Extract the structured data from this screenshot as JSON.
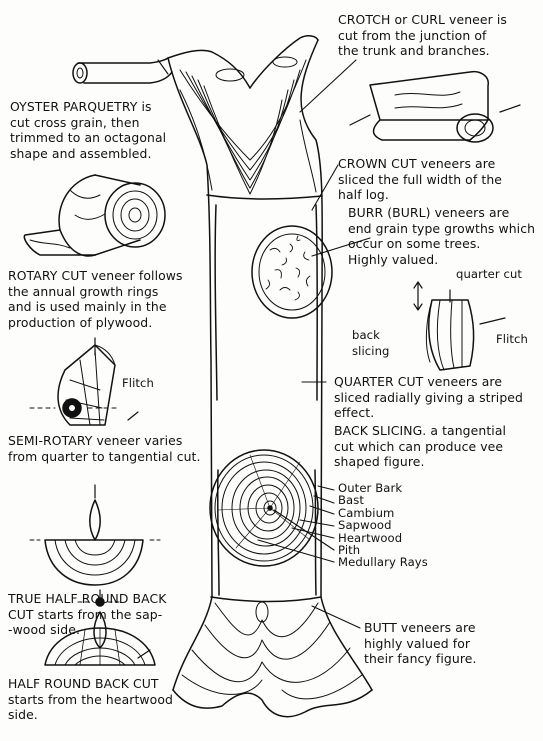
{
  "labels": {
    "crotch": "CROTCH or CURL veneer is\ncut from the junction of\nthe trunk and branches.",
    "oyster": "OYSTER PARQUETRY is\ncut cross grain, then\ntrimmed to an octagonal\nshape and assembled.",
    "crown": "CROWN CUT veneers are\nsliced the full width of the\nhalf log.",
    "burr": "BURR (BURL) veneers are\nend grain type growths which\noccur on some trees.\nHighly valued.",
    "rotary": "ROTARY CUT veneer follows\nthe annual growth rings\nand is used mainly in the\nproduction of plywood.",
    "quarter_cut_small": "quarter cut",
    "back_slicing_small": "back\nslicing",
    "flitch_right": "Flitch",
    "flitch_left": "Flitch",
    "quarter_cut": "QUARTER CUT veneers are\nsliced radially giving a striped\neffect.",
    "back_slicing": "BACK SLICING. a tangential\ncut which can produce vee\nshaped figure.",
    "semi_rotary": "SEMI-ROTARY veneer varies\nfrom quarter to tangential cut.",
    "true_half_round": "TRUE HALF ROUND BACK\nCUT starts from the sap-\n-wood side.",
    "half_round": "HALF ROUND BACK CUT\nstarts from the heartwood\nside.",
    "butt": "BUTT veneers are\nhighly valued for\ntheir fancy figure."
  },
  "parts": [
    "Outer Bark",
    "Bast",
    "Cambium",
    "Sapwood",
    "Heartwood",
    "Pith",
    "Medullary Rays"
  ]
}
